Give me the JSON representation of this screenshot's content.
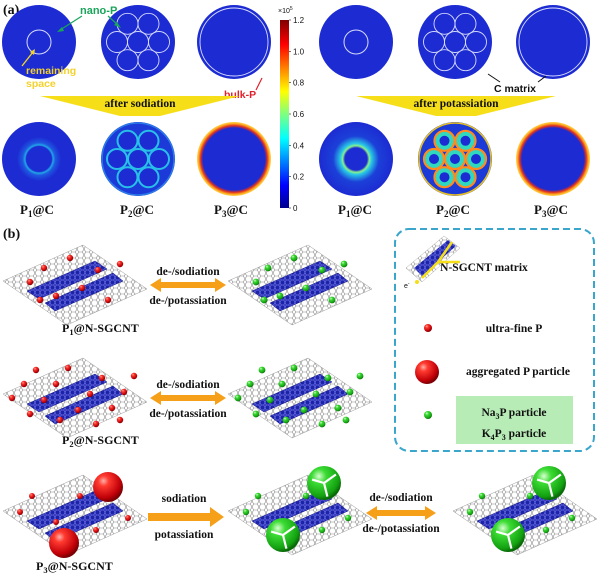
{
  "panel_a": {
    "label": "(a)",
    "annotations": {
      "nano_p": "nano-P",
      "remaining_space": "remaining space",
      "bulk_p": "bulk-P",
      "c_matrix": "C matrix"
    },
    "arrow_sodiation": "after sodiation",
    "arrow_potassiation": "after potassiation",
    "labels": [
      "P1@C",
      "P2@C",
      "P3@C",
      "P1@C",
      "P2@C",
      "P3@C"
    ],
    "colorbar": {
      "exponent": "×10",
      "exponent_power": "5",
      "ticks": [
        "1.2",
        "1.0",
        "0.8",
        "0.6",
        "0.4",
        "0.2",
        "0"
      ],
      "tick_values": [
        1.2,
        1.0,
        0.8,
        0.6,
        0.4,
        0.2,
        0
      ],
      "range": [
        0,
        1.2
      ],
      "colormap": "jet"
    },
    "colors": {
      "domain_blue": "#1c2bd2",
      "arrow_yellow": "#f6df18",
      "nano_p_label": "#1aa55a",
      "bulk_p_label": "#e0202a",
      "remaining_label": "#f4d22a"
    }
  },
  "panel_b": {
    "label": "(b)",
    "row1": {
      "name": "P1@N-SGCNT",
      "arrow_top": "de-/sodiation",
      "arrow_bottom": "de-/potassiation"
    },
    "row2": {
      "name": "P2@N-SGCNT",
      "arrow_top": "de-/sodiation",
      "arrow_bottom": "de-/potassiation"
    },
    "row3": {
      "name": "P3@N-SGCNT",
      "arrow1_top": "sodiation",
      "arrow1_bottom": "potassiation",
      "arrow2_top": "de-/sodiation",
      "arrow2_bottom": "de-/potassiation"
    },
    "legend": {
      "matrix": "N-SGCNT matrix",
      "electron": "e",
      "ultrafine": "ultra-fine P",
      "aggregated": "aggregated P particle",
      "na3p": "Na3P particle",
      "k4p3": "K4P3 particle"
    },
    "colors": {
      "arrow_orange": "#f6a01a",
      "cnt_blue": "#2a2fb8",
      "p_red": "#d8141c",
      "product_green": "#22c21e",
      "legend_border": "#3aa6cc",
      "legend_highlight": "#b7ecb6"
    }
  }
}
